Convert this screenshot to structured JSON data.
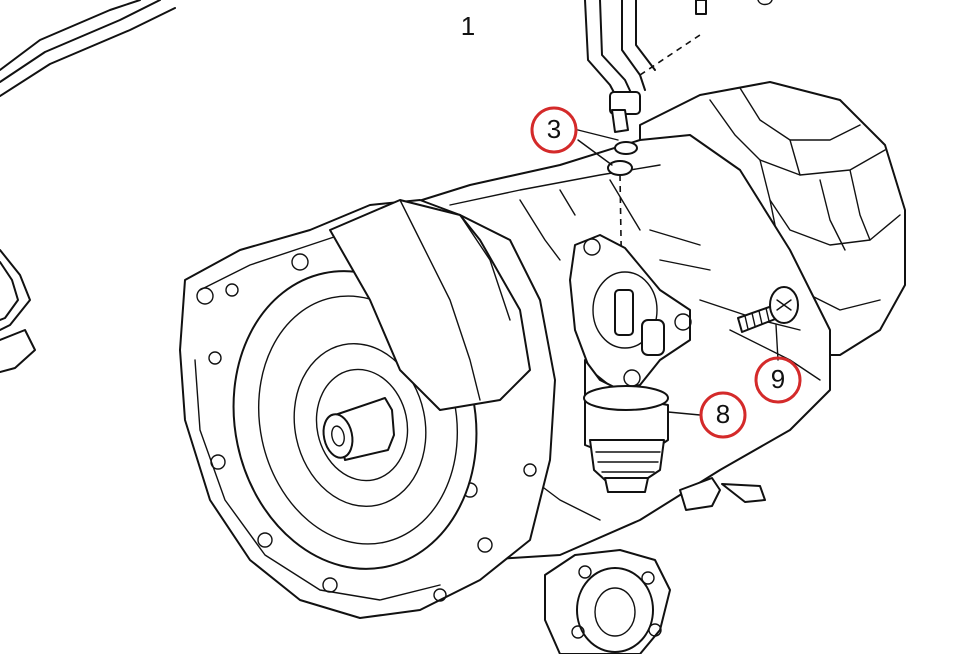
{
  "diagram": {
    "callouts": [
      {
        "id": "part-1",
        "label": "1",
        "highlight": false
      },
      {
        "id": "part-3",
        "label": "3",
        "highlight": true
      },
      {
        "id": "part-8",
        "label": "8",
        "highlight": true
      },
      {
        "id": "part-9",
        "label": "9",
        "highlight": true
      }
    ],
    "colors": {
      "line": "#111111",
      "highlight_circle": "#d42a2a",
      "background": "#ffffff"
    }
  }
}
